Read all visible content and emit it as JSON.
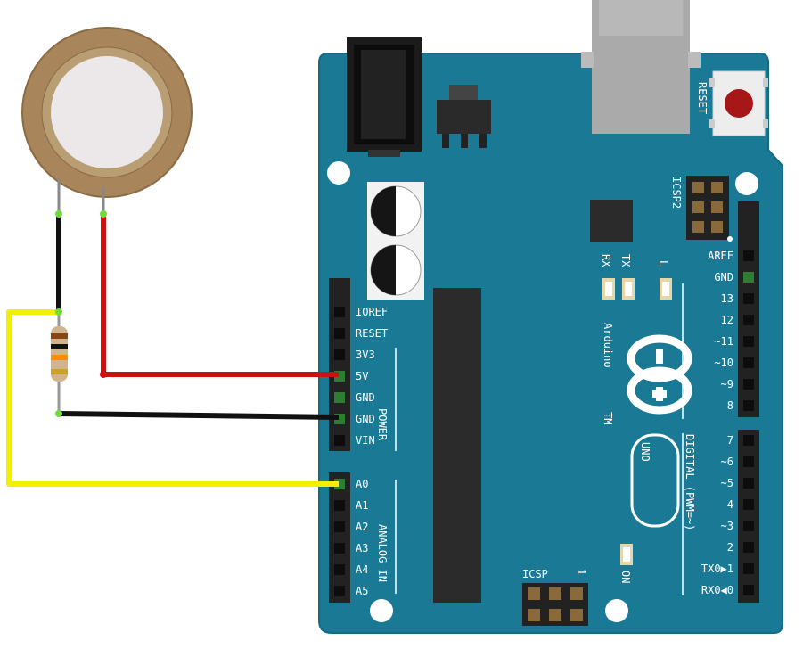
{
  "colors": {
    "board": "#1a7a96",
    "board_dark": "#15677f",
    "header": "#222222",
    "wire_red": "#cc1111",
    "wire_black": "#111111",
    "wire_yellow": "#f2ef00",
    "piezo_outer": "#a8855b",
    "piezo_inner": "#ece8ea"
  },
  "board": {
    "logo_text": "Arduino",
    "tm": "TM",
    "model": "UNO",
    "reset_label": "RESET",
    "icsp2_label": "ICSP2",
    "icsp_label": "ICSP",
    "icsp_pin1": "1",
    "on_label": "ON",
    "led_labels": {
      "rx": "RX",
      "tx": "TX",
      "l": "L"
    }
  },
  "power_header": {
    "pins": [
      "IOREF",
      "RESET",
      "3V3",
      "5V",
      "GND",
      "GND",
      "VIN"
    ],
    "group_label": "POWER"
  },
  "analog_header": {
    "pins": [
      "A0",
      "A1",
      "A2",
      "A3",
      "A4",
      "A5"
    ],
    "group_label": "ANALOG IN"
  },
  "digital_header_top": {
    "pins": [
      "AREF",
      "GND",
      "13",
      "12",
      "~11",
      "~10",
      "~9",
      "8"
    ]
  },
  "digital_header_bottom": {
    "pins": [
      "7",
      "~6",
      "~5",
      "4",
      "~3",
      "2",
      "TX0▶1",
      "RX0◀0"
    ],
    "group_label": "DIGITAL (PWM=~)"
  }
}
